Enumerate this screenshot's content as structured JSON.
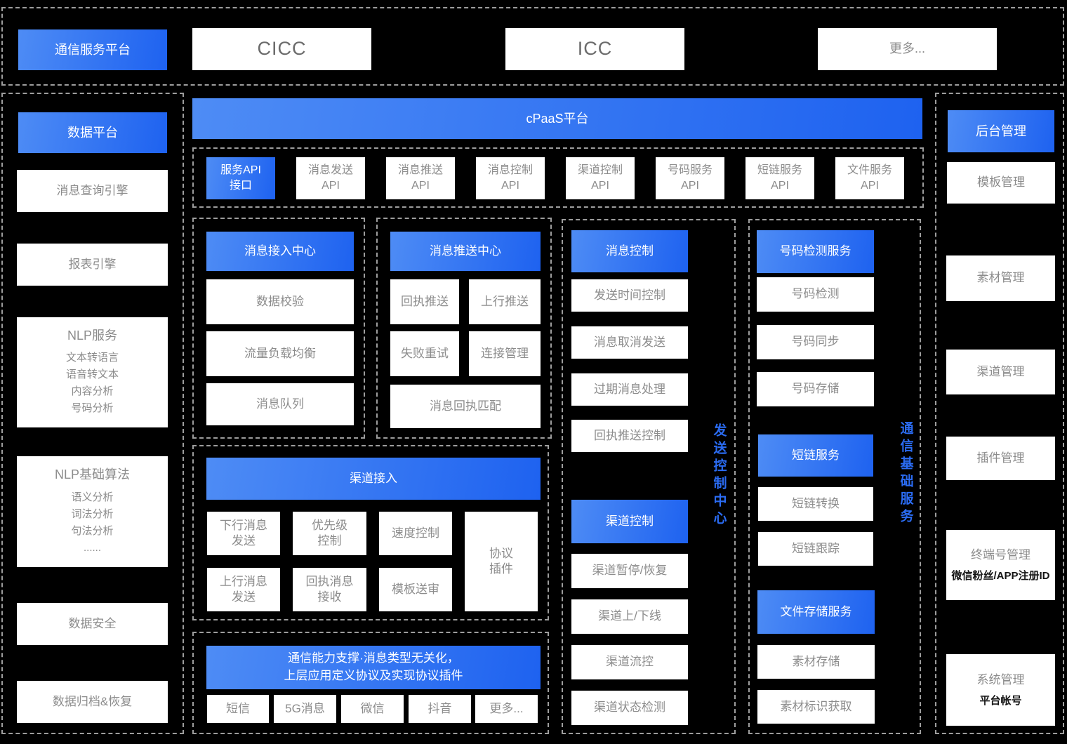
{
  "colors": {
    "background": "#000000",
    "accent_gradient_start": "#4E8CF5",
    "accent_gradient_end": "#1E62F0",
    "vertical_label_blue": "#2B6CF3",
    "box_text_gray": "#8C8C8C"
  },
  "top": {
    "platform": "通信服务平台",
    "cicc": "CICC",
    "icc": "ICC",
    "more": "更多..."
  },
  "left": {
    "header": "数据平台",
    "query_engine": "消息查询引擎",
    "report_engine": "报表引擎",
    "nlp": {
      "title": "NLP服务",
      "items": [
        "文本转语言",
        "语音转文本",
        "内容分析",
        "号码分析"
      ]
    },
    "nlp_base": {
      "title": "NLP基础算法",
      "items": [
        "语义分析",
        "词法分析",
        "句法分析",
        "......"
      ]
    },
    "data_security": "数据安全",
    "data_archive": "数据归档&恢复"
  },
  "cpaas": {
    "title": "cPaaS平台"
  },
  "api": {
    "items": [
      [
        "服务API",
        "接口"
      ],
      [
        "消息发送",
        "API"
      ],
      [
        "消息推送",
        "API"
      ],
      [
        "消息控制",
        "API"
      ],
      [
        "渠道控制",
        "API"
      ],
      [
        "号码服务",
        "API"
      ],
      [
        "短链服务",
        "API"
      ],
      [
        "文件服务",
        "API"
      ]
    ]
  },
  "message_access": {
    "header": "消息接入中心",
    "items": [
      "数据校验",
      "流量负载均衡",
      "消息队列"
    ]
  },
  "message_push": {
    "header": "消息推送中心",
    "grid": [
      "回执推送",
      "上行推送",
      "失败重试",
      "连接管理"
    ],
    "wide": "消息回执匹配"
  },
  "channel_access": {
    "header": "渠道接入",
    "row1": [
      [
        "下行消息",
        "发送"
      ],
      [
        "优先级",
        "控制"
      ],
      [
        "速度控制"
      ]
    ],
    "row2": [
      [
        "上行消息",
        "发送"
      ],
      [
        "回执消息",
        "接收"
      ],
      [
        "模板送审"
      ]
    ],
    "tall": [
      "协议",
      "插件"
    ]
  },
  "capability": {
    "header_line1": "通信能力支撑·消息类型无关化，",
    "header_line2": "上层应用定义协议及实现协议插件",
    "items": [
      "短信",
      "5G消息",
      "微信",
      "抖音",
      "更多..."
    ]
  },
  "send_control": {
    "vertical_label": "发送控制中心",
    "message_control": {
      "header": "消息控制",
      "items": [
        "发送时间控制",
        "消息取消发送",
        "过期消息处理",
        "回执推送控制"
      ]
    },
    "channel_control": {
      "header": "渠道控制",
      "items": [
        "渠道暂停/恢复",
        "渠道上/下线",
        "渠道流控",
        "渠道状态检测"
      ]
    }
  },
  "basic_services": {
    "vertical_label": "通信基础服务",
    "number_detection": {
      "header": "号码检测服务",
      "items": [
        "号码检测",
        "号码同步",
        "号码存储"
      ]
    },
    "short_link": {
      "header": "短链服务",
      "items": [
        "短链转换",
        "短链跟踪"
      ]
    },
    "file_storage": {
      "header": "文件存储服务",
      "items": [
        "素材存储",
        "素材标识获取"
      ]
    }
  },
  "right": {
    "header": "后台管理",
    "template": "模板管理",
    "material": "素材管理",
    "channel": "渠道管理",
    "plugin": "插件管理",
    "terminal": {
      "title": "终端号管理",
      "subtitle": "微信粉丝/APP注册ID"
    },
    "system": {
      "title": "系统管理",
      "subtitle": "平台帐号"
    }
  }
}
